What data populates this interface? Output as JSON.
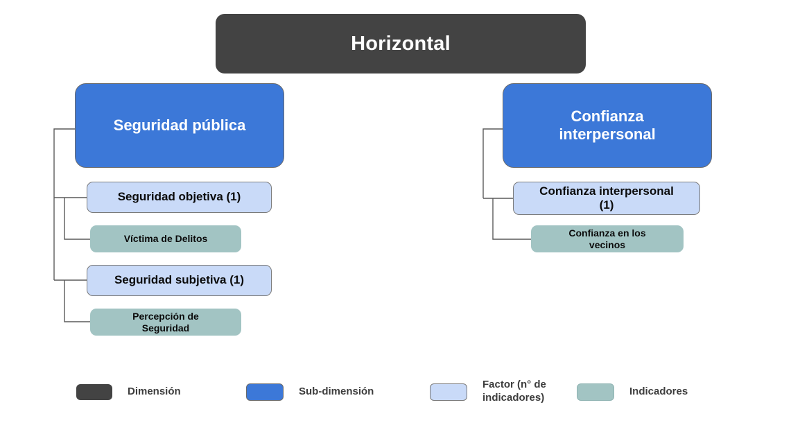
{
  "diagram": {
    "title": "Horizontal",
    "branches": [
      {
        "id": "seguridad-publica",
        "subdimension": "Seguridad pública",
        "factors": [
          {
            "label": "Seguridad objetiva (1)",
            "indicator_count": "1",
            "indicators": [
              "Víctima de Delitos"
            ]
          },
          {
            "label": "Seguridad subjetiva (1)",
            "indicator_count": "1",
            "indicators": [
              "Percepción de\nSeguridad"
            ]
          }
        ]
      },
      {
        "id": "confianza-interpersonal",
        "subdimension": "Confianza\ninterpersonal",
        "factors": [
          {
            "label": "Confianza interpersonal\n(1)",
            "indicator_count": "1",
            "indicators": [
              "Confianza en los\nvecinos"
            ]
          }
        ]
      }
    ]
  },
  "legend": {
    "items": [
      {
        "key": "dimension",
        "label": "Dimensión",
        "color": "#434343"
      },
      {
        "key": "subdimension",
        "label": "Sub-dimensión",
        "color": "#3c78d8"
      },
      {
        "key": "factor",
        "label": "Factor (n° de\nindicadores)",
        "color": "#c9daf8"
      },
      {
        "key": "indicator",
        "label": "Indicadores",
        "color": "#a2c4c3"
      }
    ]
  },
  "colors": {
    "dimension": "#434343",
    "subdimension": "#3c78d8",
    "factor": "#c9daf8",
    "indicator": "#a2c4c3",
    "connector": "#5a5a5a",
    "background": "#ffffff",
    "legend_text": "#3d3d3d"
  }
}
